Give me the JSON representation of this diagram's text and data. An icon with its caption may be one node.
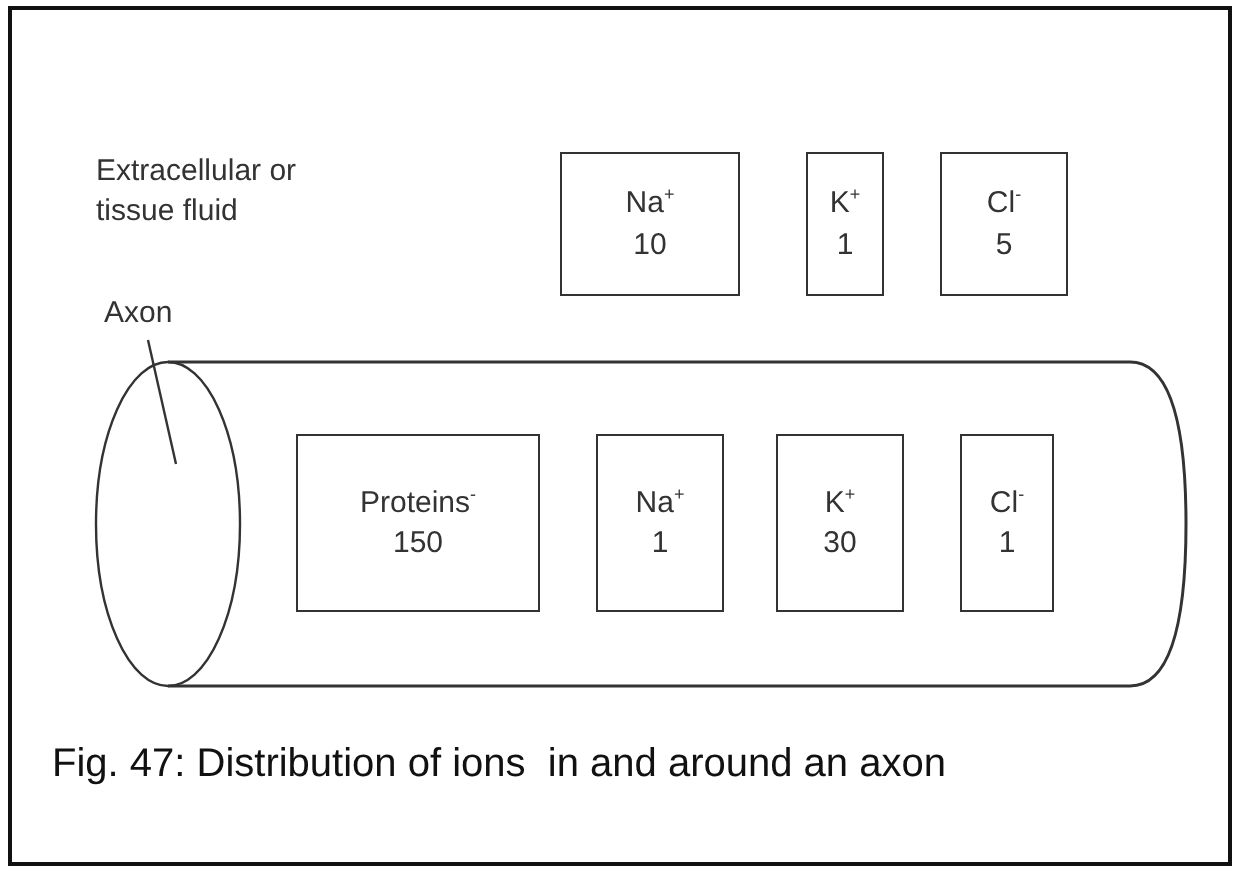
{
  "diagram": {
    "caption": "Fig. 47: Distribution of ions  in and around an axon",
    "nodes": [
      {
        "text": [
          "Na$^{+}$",
          "10"
        ]
      },
      {
        "text": [
          "K$^{+}$",
          "1"
        ]
      },
      {
        "text": [
          "Cl$^{-}$",
          "5"
        ]
      },
      {
        "text": [
          "Axon"
        ]
      },
      {
        "text": [],
        "shape": "cylinder"
      },
      {
        "text": [
          "Proteins$^{-}$",
          "150"
        ],
        "in": 4
      },
      {
        "text": [
          "Na$^{+}$",
          "1"
        ],
        "in": 4
      },
      {
        "text": [
          "K$^{+}$",
          "30"
        ],
        "in": 4
      },
      {
        "text": [
          "Cl$^{-}$",
          "1"
        ],
        "in": 4
      }
    ],
    "edges": [
      {
        "from": 3,
        "to": 4,
        "arrow": "none"
      }
    ],
    "labels": [
      "Extracellular or tissue fluid"
    ]
  }
}
